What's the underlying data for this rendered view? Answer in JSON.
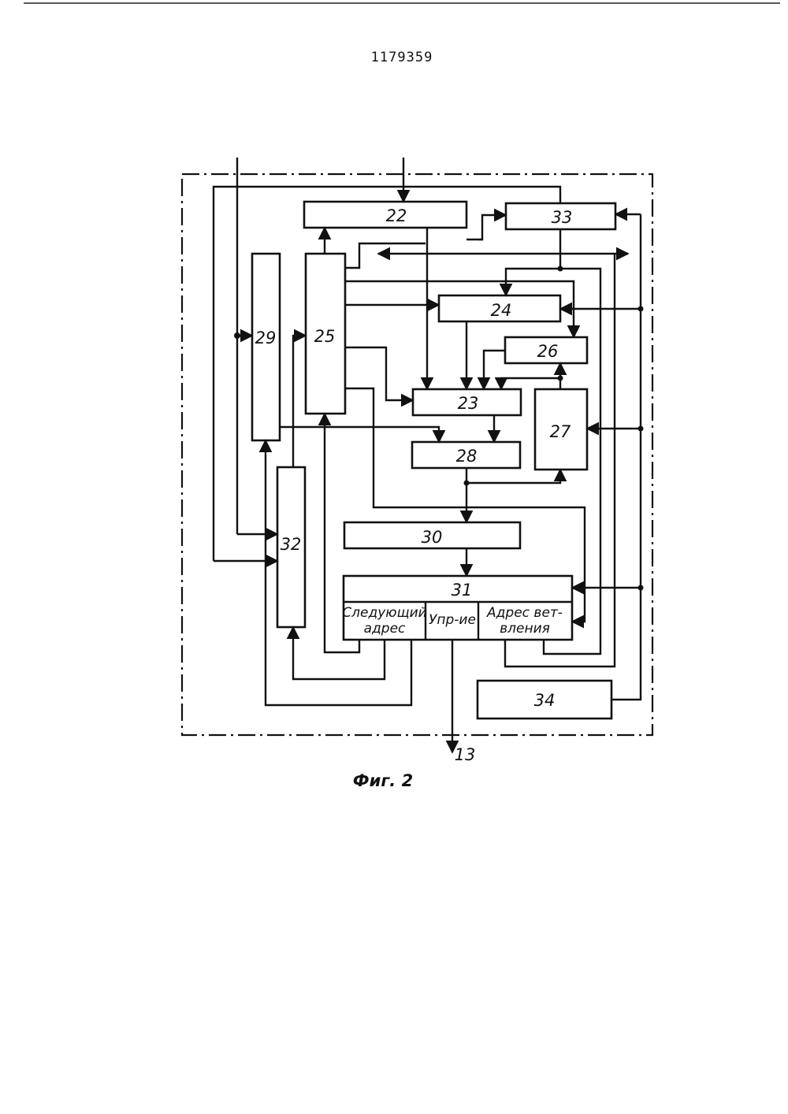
{
  "header": {
    "patent_number": "1179359"
  },
  "blocks": {
    "b22": "22",
    "b23": "23",
    "b24": "24",
    "b25": "25",
    "b26": "26",
    "b27": "27",
    "b28": "28",
    "b29": "29",
    "b30": "30",
    "b31": "31",
    "b32": "32",
    "b33": "33",
    "b34": "34"
  },
  "block31_fields": {
    "next_address_1": "Следующий",
    "next_address_2": "адрес",
    "control": "Упр-ие",
    "branch_address_1": "Адрес вет-",
    "branch_address_2": "вления"
  },
  "output_label": "13",
  "caption": "Фиг. 2"
}
